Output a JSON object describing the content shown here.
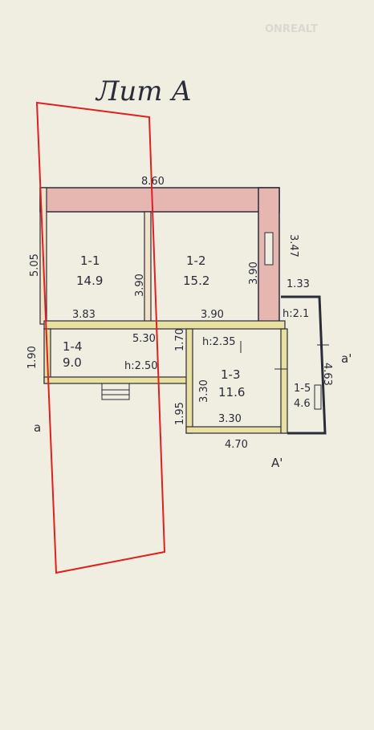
{
  "watermark": "ONREALT",
  "title": "Лит А",
  "rooms": [
    {
      "id": "1-1",
      "area": "14.9"
    },
    {
      "id": "1-2",
      "area": "15.2"
    },
    {
      "id": "1-3",
      "area": "11.6"
    },
    {
      "id": "1-4",
      "area": "9.0"
    },
    {
      "id": "1-5",
      "area": "4.6"
    }
  ],
  "dimensions": {
    "total_width": "8.60",
    "left_height": "5.05",
    "right_height": "3.47",
    "wall_1_1": "3.90",
    "wall_1_2": "3.90",
    "room_1_1_width": "3.83",
    "room_1_2_width": "3.90",
    "left_lower": "1.90",
    "middle_width": "5.30",
    "small_mid": "1.70",
    "lower_left_height": "1.95",
    "room_1_3_height": "3.30",
    "room_1_3_width": "3.30",
    "bottom_width": "4.70",
    "annex_width": "1.33",
    "annex_height": "4.63"
  },
  "heights": {
    "main": "h:2.50",
    "room_1_3": "h:2.35",
    "annex": "h:2.1"
  },
  "section_marks": {
    "a_left": "а",
    "a_right": "а'",
    "A_bottom": "А'"
  },
  "colors": {
    "wall_fill": "#e6b7b0",
    "ink": "#2b2b3a",
    "highlight": "#e02020",
    "wall_yellow": "#e8e0a0"
  }
}
